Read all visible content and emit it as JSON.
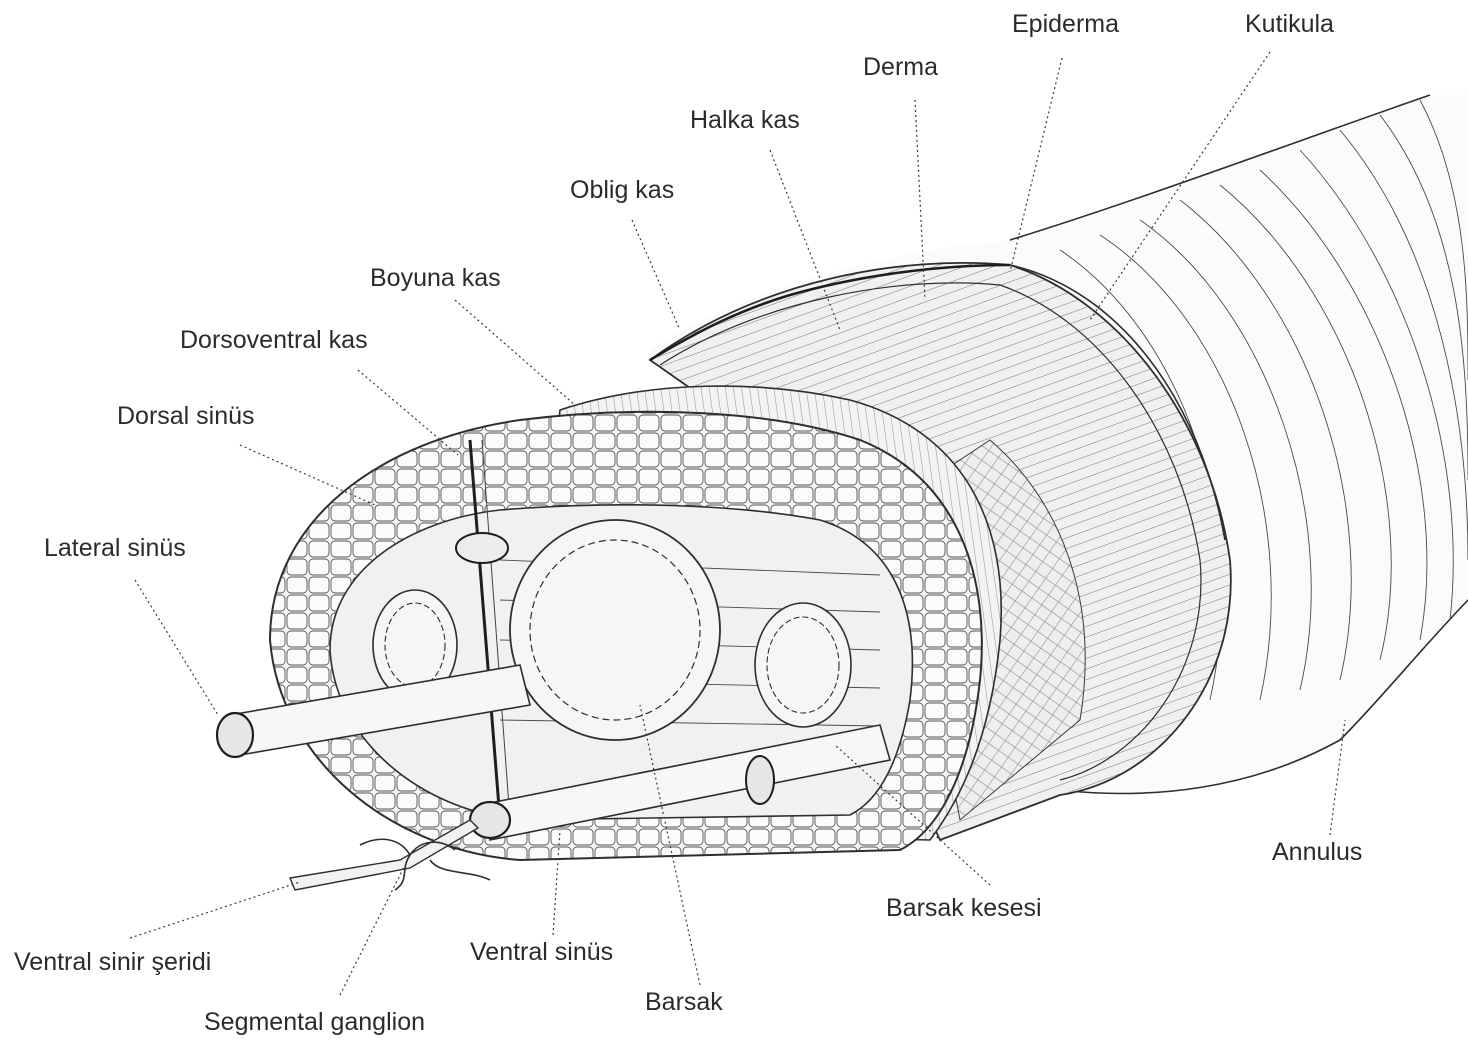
{
  "labels": {
    "epiderma": "Epiderma",
    "kutikula": "Kutikula",
    "derma": "Derma",
    "halka_kas": "Halka kas",
    "oblig_kas": "Oblig kas",
    "boyuna_kas": "Boyuna kas",
    "dorsoventral_kas": "Dorsoventral kas",
    "dorsal_sinus": "Dorsal sinüs",
    "lateral_sinus": "Lateral sinüs",
    "annulus": "Annulus",
    "barsak_kesesi": "Barsak kesesi",
    "ventral_sinir_seridi": "Ventral sinir şeridi",
    "ventral_sinus": "Ventral sinüs",
    "segmental_ganglion": "Segmental ganglion",
    "barsak": "Barsak"
  },
  "colors": {
    "ink": "#2e2e2e",
    "paper": "#ffffff",
    "shade": "#e4e4e4"
  }
}
